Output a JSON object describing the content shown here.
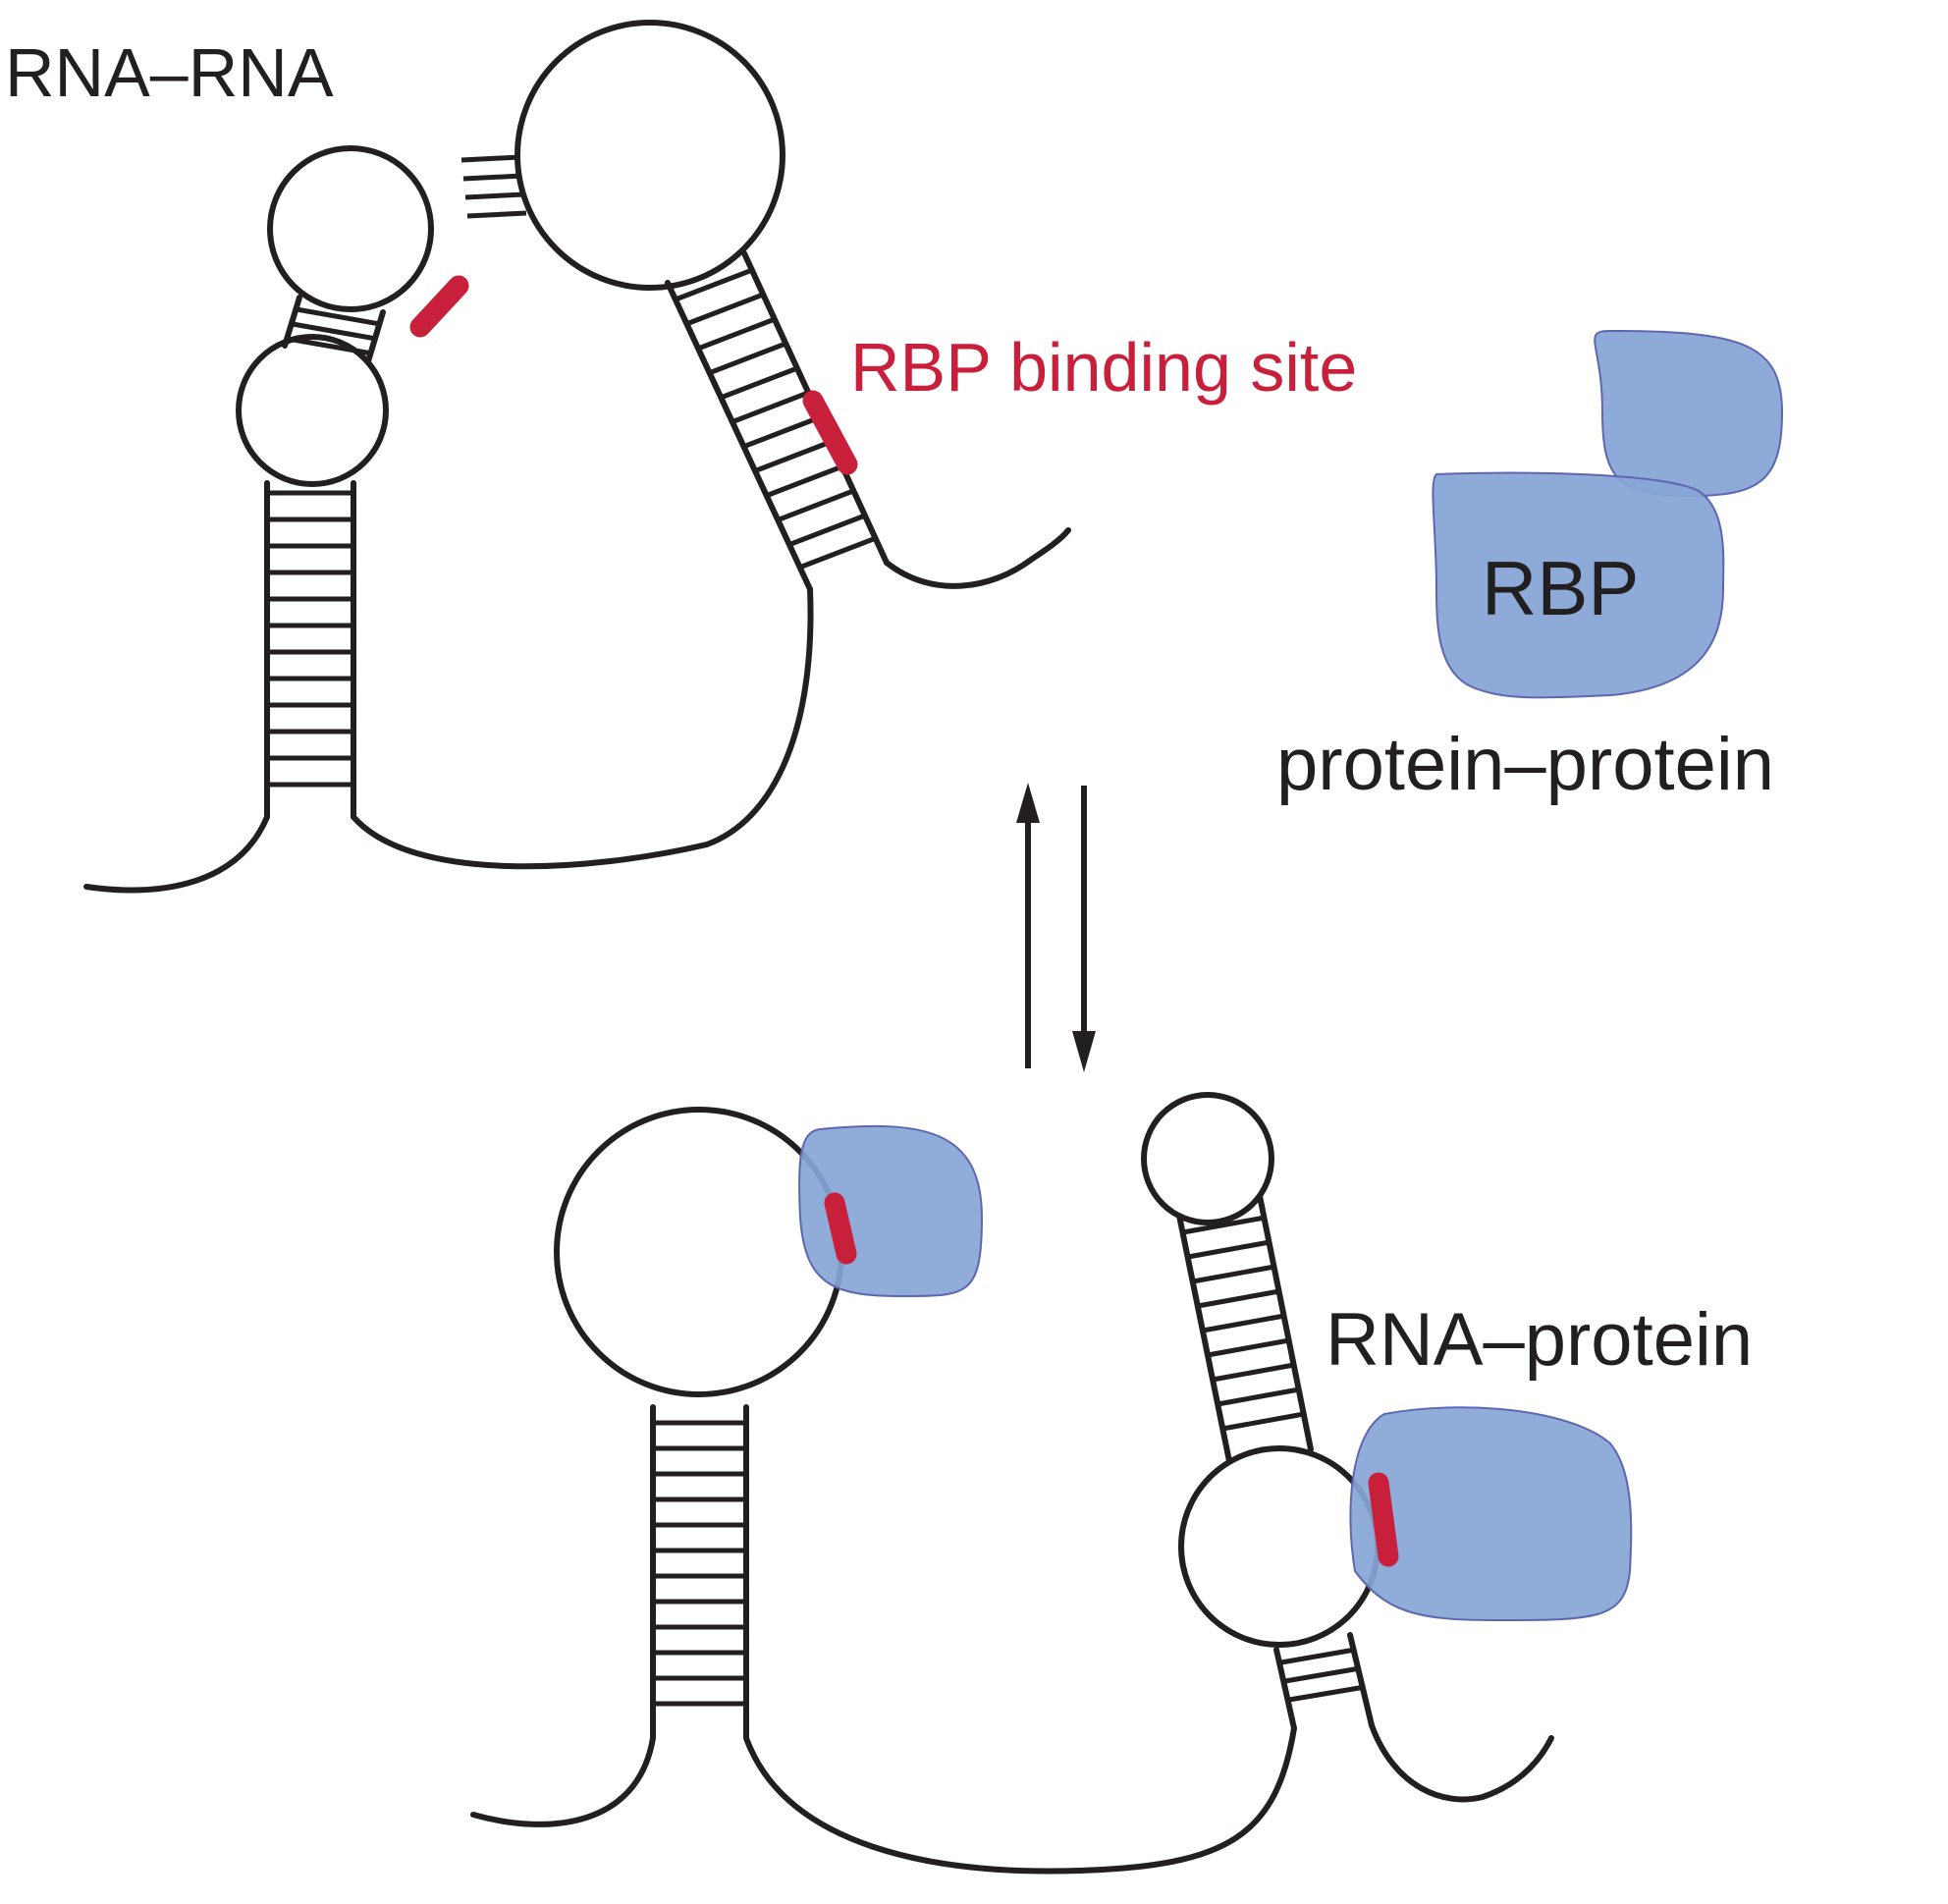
{
  "labels": {
    "rna_rna": "RNA–RNA",
    "rbp_binding_site": "RBP binding site",
    "rbp": "RBP",
    "protein_protein": "protein–protein",
    "rna_protein": "RNA–protein"
  },
  "colors": {
    "strand": "#231f20",
    "binding_site": "#c8203b",
    "protein_fill": "#87a5d6",
    "protein_stroke": "#5f66b0"
  },
  "icons": {
    "equilibrium": "double-arrow-up-down"
  }
}
